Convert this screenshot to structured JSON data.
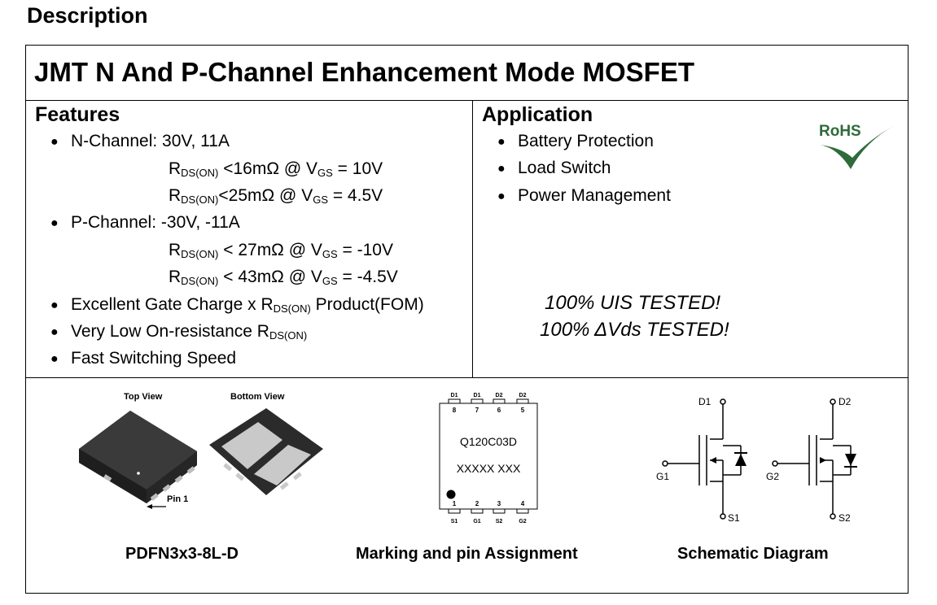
{
  "heading": "Description",
  "title": "JMT N And P-Channel Enhancement Mode MOSFET",
  "features": {
    "heading": "Features",
    "n_channel": {
      "label": "N-Channel: 30V, 11A",
      "r1": "<16mΩ @ V",
      "r1_end": " = 10V",
      "r2": "<25mΩ @ V",
      "r2_end": " = 4.5V"
    },
    "p_channel": {
      "label": "P-Channel: -30V, -11A",
      "r1": "< 27mΩ @ V",
      "r1_end": " = -10V",
      "r2": "< 43mΩ @ V",
      "r2_end": " = -4.5V"
    },
    "gate_charge": {
      "pre": "Excellent Gate Charge x R",
      "post": " Product(FOM)"
    },
    "low_on_resistance": "Very Low On-resistance R",
    "fast_switching": "Fast Switching Speed",
    "rds_sub": "DS(ON)",
    "r_letter": "R",
    "gs_sub": "GS"
  },
  "application": {
    "heading": "Application",
    "items": [
      "Battery Protection",
      "Load Switch",
      "Power Management"
    ],
    "rohs": "RoHS",
    "tested_1": "100% UIS TESTED!",
    "tested_2": "100% ΔVds TESTED!"
  },
  "package": {
    "top_view": "Top View",
    "bottom_view": "Bottom View",
    "pin1": "Pin 1",
    "caption": "PDFN3x3-8L-D"
  },
  "marking": {
    "top_pins": [
      "D1",
      "D1",
      "D2",
      "D2"
    ],
    "top_nums": [
      "8",
      "7",
      "6",
      "5"
    ],
    "bottom_nums": [
      "1",
      "2",
      "3",
      "4"
    ],
    "bottom_pins": [
      "S1",
      "G1",
      "S2",
      "G2"
    ],
    "line1": "Q120C03D",
    "line2": "XXXXX XXX",
    "caption": "Marking and pin Assignment"
  },
  "schematic": {
    "d1": "D1",
    "d2": "D2",
    "g1": "G1",
    "g2": "G2",
    "s1": "S1",
    "s2": "S2",
    "caption": "Schematic Diagram"
  },
  "colors": {
    "rohs_green": "#2f6b3a",
    "package_body": "#2b2b2b",
    "pad_gray": "#c9c9c9"
  }
}
